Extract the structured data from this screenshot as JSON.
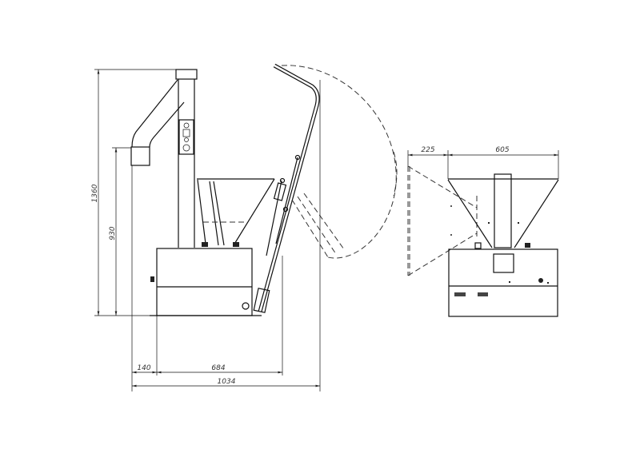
{
  "drawing": {
    "side_view": {
      "dimensions": {
        "total_height": "1360",
        "outlet_height": "930",
        "outlet_offset": "140",
        "base_length": "684",
        "total_length": "1034"
      }
    },
    "front_view": {
      "dimensions": {
        "tilt_offset": "225",
        "hopper_width": "605"
      }
    }
  }
}
